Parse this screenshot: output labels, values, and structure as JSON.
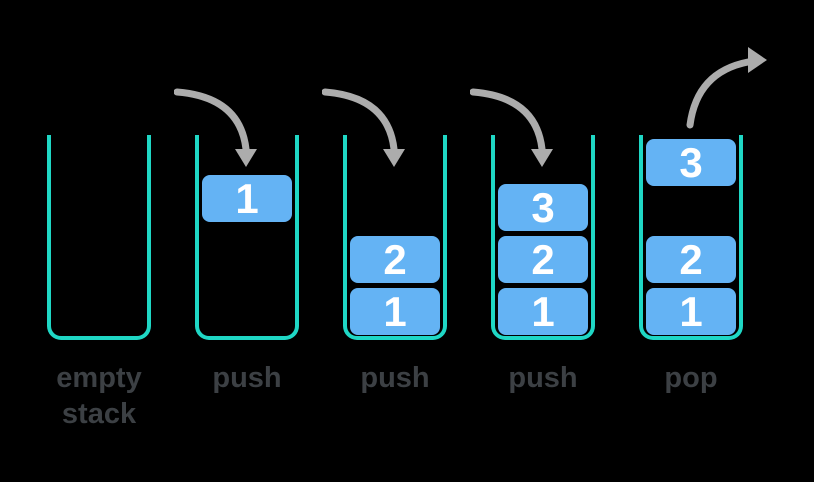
{
  "diagram": {
    "background_color": "#000000",
    "colors": {
      "container_stroke": "#1fd7c5",
      "item_fill": "#64b3f4",
      "item_text": "#ffffff",
      "arrow": "#acacac",
      "label_text": "#3c4044"
    },
    "stacks": [
      {
        "label": "empty stack",
        "arrow": "none",
        "items": []
      },
      {
        "label": "push",
        "arrow": "push-arrow",
        "items": [
          "1"
        ]
      },
      {
        "label": "push",
        "arrow": "push-arrow",
        "items": [
          "2",
          "1"
        ]
      },
      {
        "label": "push",
        "arrow": "push-arrow",
        "items": [
          "3",
          "2",
          "1"
        ]
      },
      {
        "label": "pop",
        "arrow": "pop-arrow",
        "items": [
          "3",
          "2",
          "1"
        ]
      }
    ]
  }
}
